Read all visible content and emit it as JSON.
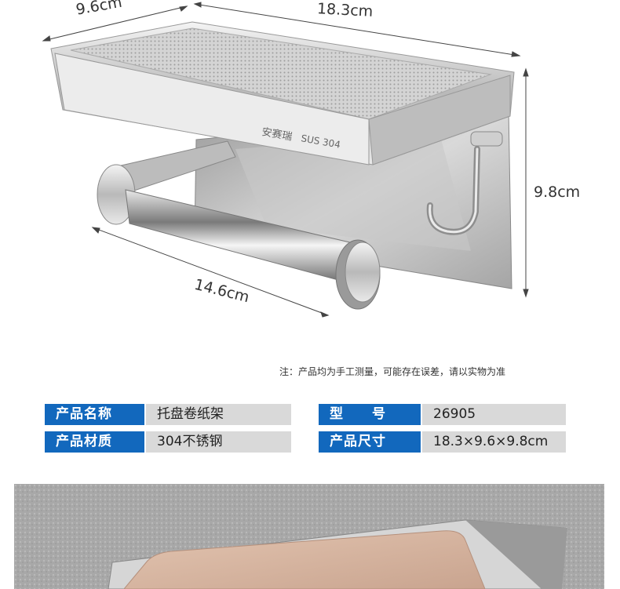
{
  "dimensions": {
    "width_top": "9.6cm",
    "length": "18.3cm",
    "height": "9.8cm",
    "rod": "14.6cm"
  },
  "product_engraving": {
    "brand": "安赛瑞",
    "material": "SUS 304"
  },
  "note": "注：产品均为手工测量，可能存在误差，请以实物为准",
  "specs": {
    "name_label": "产品名称",
    "name_value": "托盘卷纸架",
    "model_label": "型　　号",
    "model_value": "26905",
    "material_label": "产品材质",
    "material_value": "304不锈钢",
    "size_label": "产品尺寸",
    "size_value": "18.3×9.6×9.8cm"
  },
  "colors": {
    "label_bg": "#1268bd",
    "value_bg": "#d9d9d9"
  }
}
